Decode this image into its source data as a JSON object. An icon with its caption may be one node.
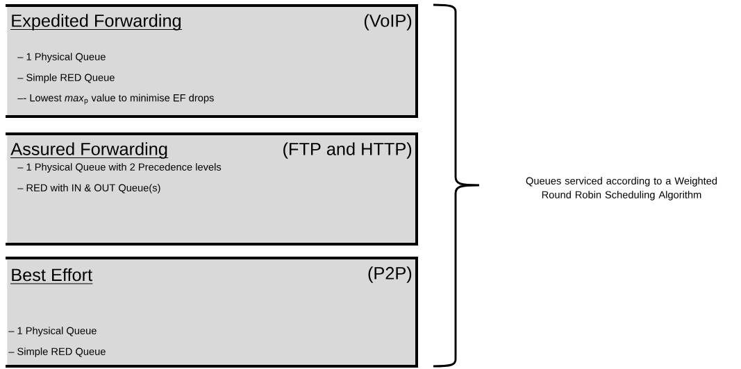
{
  "diagram": {
    "nodes": [
      {
        "text": [
          "Expedited Forwarding",
          "(VoIP)",
          "– 1 Physical Queue",
          "– Simple RED Queue",
          "–- Lowest *max*$_{p}$ value to minimise EF drops"
        ]
      },
      {
        "text": [
          "Assured Forwarding",
          "(FTP and HTTP)",
          "– 1 Physical Queue with 2 Precedence levels",
          "– RED with IN & OUT Queue(s)"
        ]
      },
      {
        "text": [
          "Best Effort",
          "(P2P)",
          "– 1 Physical Queue",
          "– Simple RED Queue"
        ]
      }
    ],
    "labels": [
      "Queues serviced according to a Weighted Round Robin Scheduling Algorithm"
    ]
  }
}
